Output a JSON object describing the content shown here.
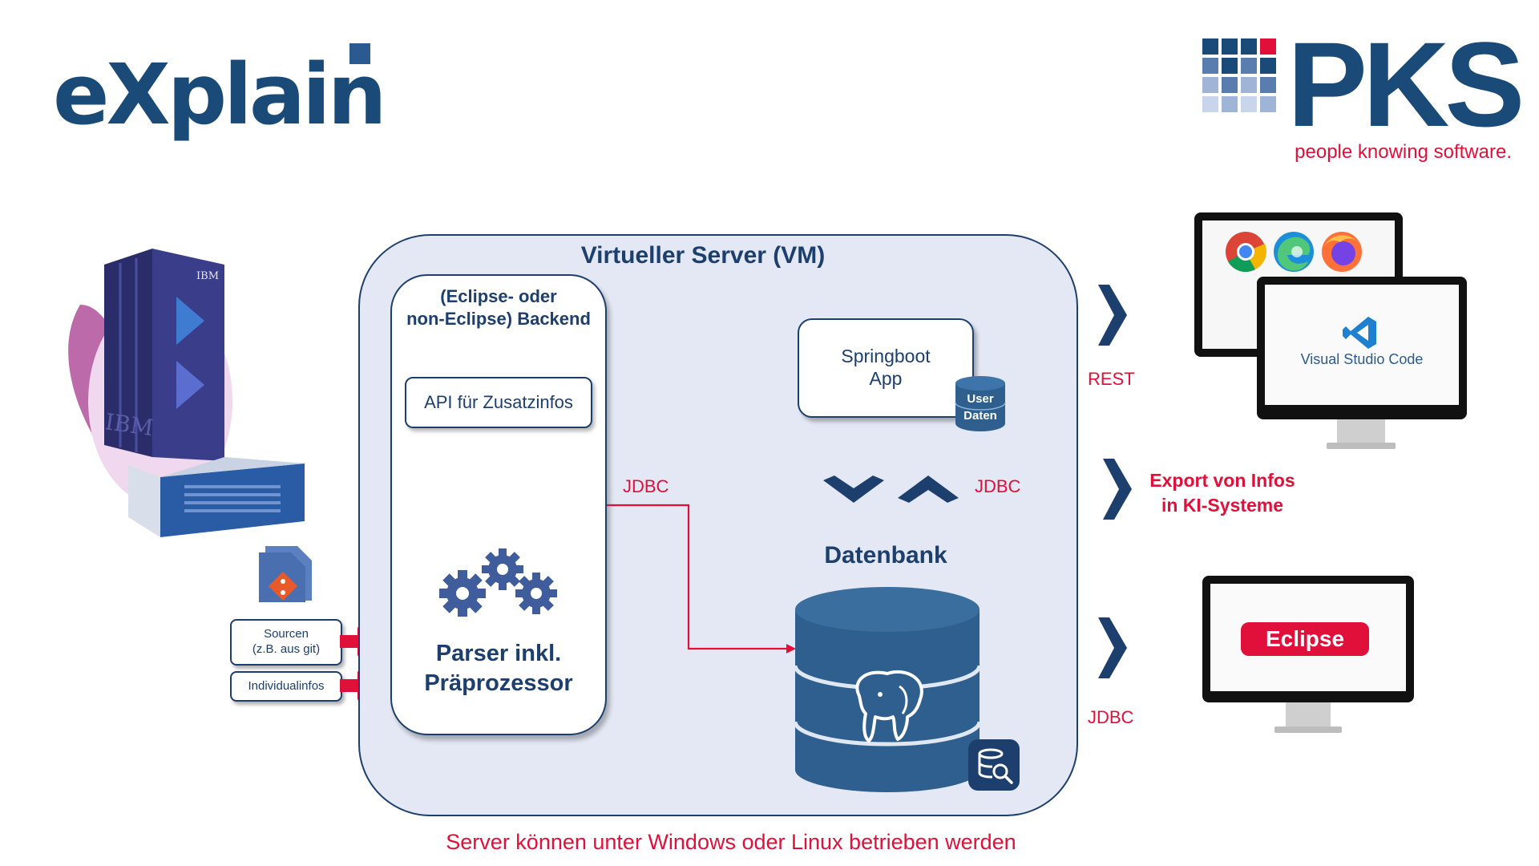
{
  "logos": {
    "explain": "eXplain",
    "pks": "PKS",
    "pks_tagline": "people knowing software."
  },
  "vm": {
    "title": "Virtueller Server (VM)",
    "backend_title_line1": "(Eclipse- oder",
    "backend_title_line2": "non-Eclipse) Backend",
    "api_label": "API für Zusatzinfos",
    "parser_line1": "Parser inkl.",
    "parser_line2": "Präprozessor",
    "springboot_line1": "Springboot",
    "springboot_line2": "App",
    "user_daten_line1": "User",
    "user_daten_line2": "Daten",
    "db_title": "Datenbank",
    "jdbc_left": "JDBC",
    "jdbc_right": "JDBC"
  },
  "inputs": {
    "sourcen_line1": "Sourcen",
    "sourcen_line2": "(z.B. aus git)",
    "individualinfos": "Individualinfos",
    "ibm_top": "IBM",
    "ibm_side": "IBM"
  },
  "right": {
    "rest": "REST",
    "export_line1": "Export von Infos",
    "export_line2": "in KI-Systeme",
    "jdbc": "JDBC",
    "vscode": "Visual Studio Code",
    "eclipse": "Eclipse"
  },
  "footer": "Server können unter Windows oder Linux betrieben werden",
  "colors": {
    "navy": "#1c3f6e",
    "red": "#e0103a",
    "vm_fill": "#e3e8f4",
    "db_blue": "#2e5f8f"
  },
  "icons": [
    "ibm-server-icon",
    "git-file-icon",
    "gears-icon",
    "postgres-elephant-icon",
    "db-search-icon",
    "chrome-icon",
    "edge-icon",
    "firefox-icon",
    "vscode-icon",
    "chevron-right-icon"
  ]
}
